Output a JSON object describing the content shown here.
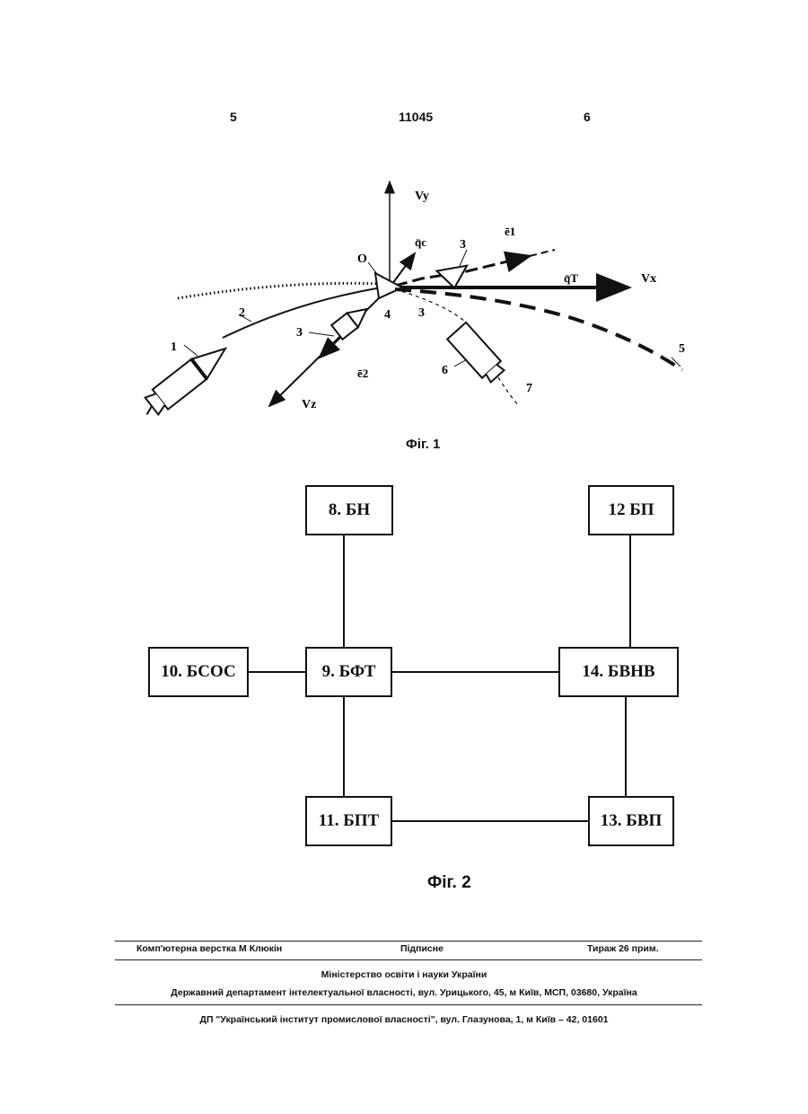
{
  "header": {
    "page_left": "5",
    "patent_number": "11045",
    "page_right": "6"
  },
  "figure1": {
    "caption": "Фіг. 1",
    "labels": {
      "vy": "Vy",
      "vx": "Vx",
      "vz": "Vz",
      "qc": "q̄c",
      "qt": "q̄T",
      "e1": "ē1",
      "e2": "ē2",
      "origin": "O",
      "n1": "1",
      "n2": "2",
      "n3a": "3",
      "n3b": "3",
      "n3c": "3",
      "n4": "4",
      "n5": "5",
      "n6": "6",
      "n7": "7"
    }
  },
  "figure2": {
    "caption": "Фіг. 2",
    "blocks": {
      "b8": "8. БН",
      "b9": "9. БФТ",
      "b10": "10. БСОС",
      "b11": "11. БПТ",
      "b12": "12 БП",
      "b13": "13. БВП",
      "b14": "14. БВНВ"
    }
  },
  "footer": {
    "typesetter": "Комп'ютерна верстка М  Клюкін",
    "subscription": "Підписне",
    "circulation": "Тираж 26 прим.",
    "ministry": "Міністерство освіти і науки України",
    "department": "Державний департамент інтелектуальної власності, вул. Урицького, 45, м  Київ, МСП, 03680, Україна",
    "institute": "ДП \"Український інститут промислової власності\", вул. Глазунова, 1, м  Київ – 42, 01601"
  }
}
